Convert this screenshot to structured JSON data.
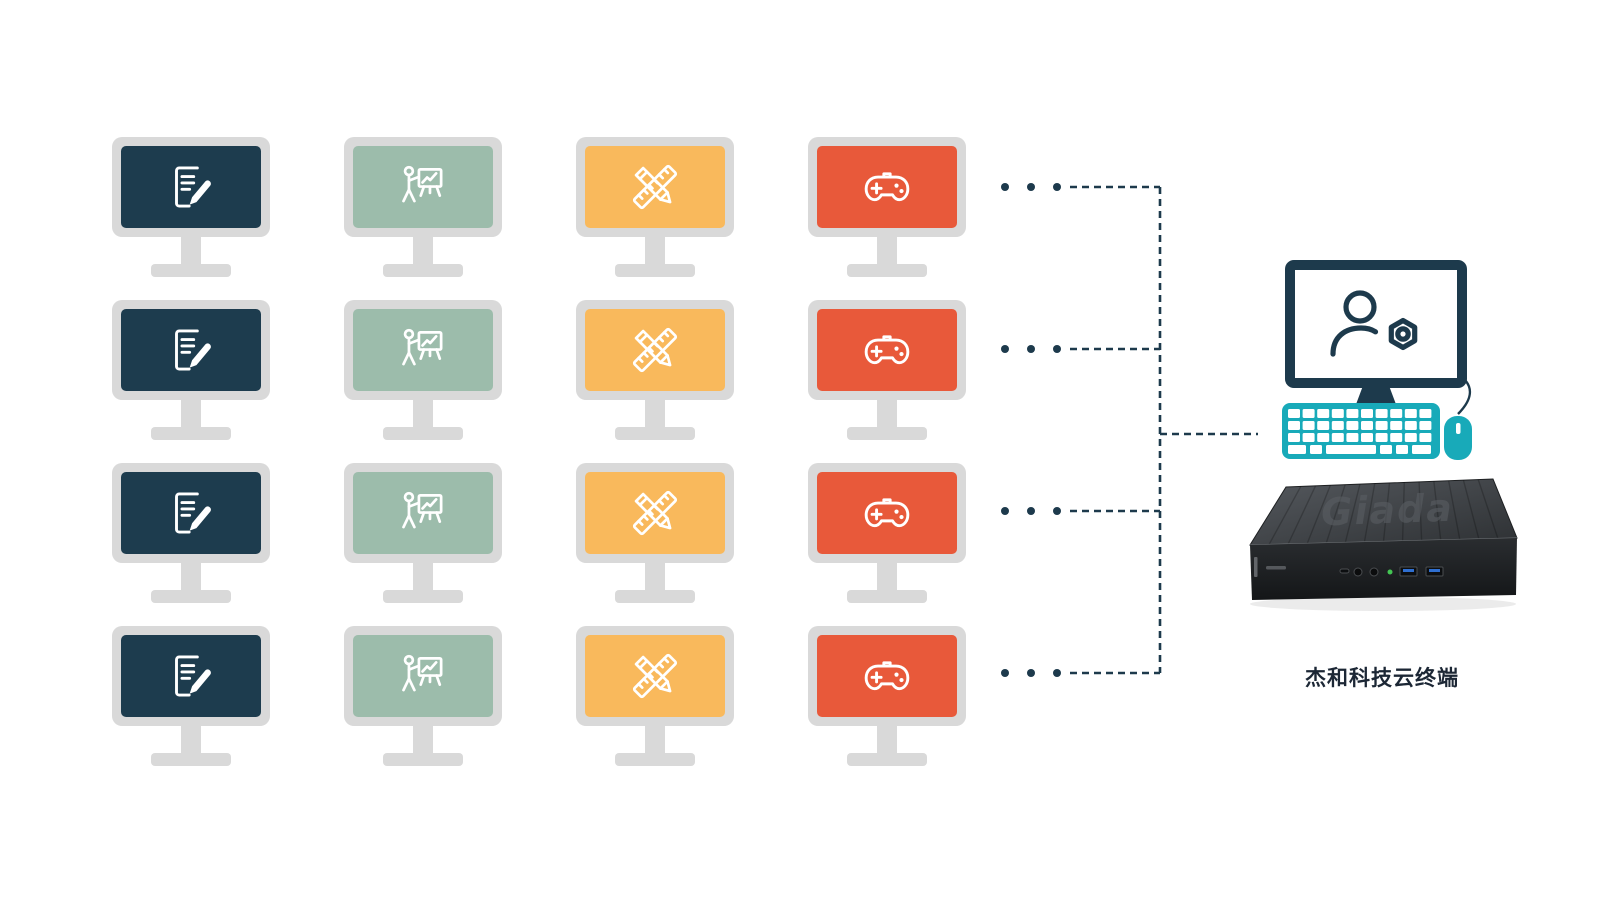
{
  "diagram": {
    "clients": {
      "rows": 4,
      "columns": [
        {
          "id": "office",
          "icon": "document-edit-icon",
          "screen_color": "#1d3c4e"
        },
        {
          "id": "presentation",
          "icon": "presentation-chart-icon",
          "screen_color": "#9cbcab"
        },
        {
          "id": "design",
          "icon": "design-tools-icon",
          "screen_color": "#f9b95c"
        },
        {
          "id": "gaming",
          "icon": "gamepad-icon",
          "screen_color": "#e8593a"
        }
      ],
      "frame_color": "#d9d9d9"
    },
    "connector": {
      "style": "dashed",
      "color": "#1d3a4c",
      "branch_rows": 4,
      "dots_per_branch": 3
    },
    "host": {
      "admin_icon": "admin-user-gear-icon",
      "monitor_color": "#1d3a4c",
      "keyboard_color": "#18aab9",
      "device_brand": "Giada",
      "device_label": "杰和科技云终端"
    }
  }
}
